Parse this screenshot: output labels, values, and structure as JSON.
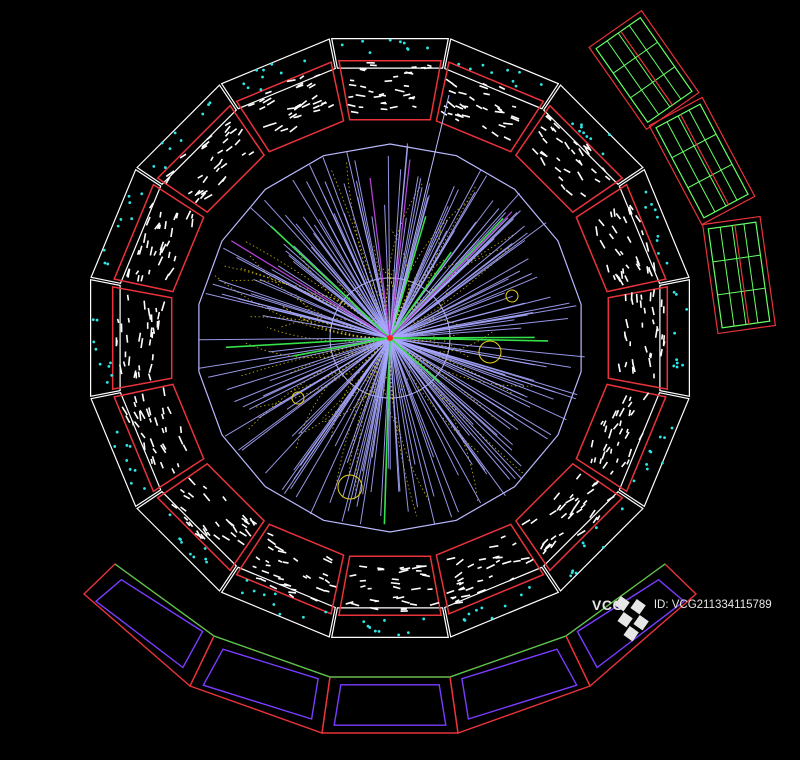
{
  "image": {
    "subject": "particle collision event display",
    "background": "#000000"
  },
  "colors": {
    "chamber_outline": "#ffffff",
    "chamber_inner_outline": "#e8333a",
    "hits": "#ffffff",
    "hits_secondary": "#2fe6e6",
    "tracks_primary": "#a7a7ff",
    "tracks_secondary": "#e8d21a",
    "tracks_tertiary": "#35e04a",
    "calorimeter": "#7a3cff",
    "muon_panels": "#66ff66"
  },
  "watermark": {
    "logo": "VCG",
    "id_text": "ID: VCG211334115789"
  }
}
